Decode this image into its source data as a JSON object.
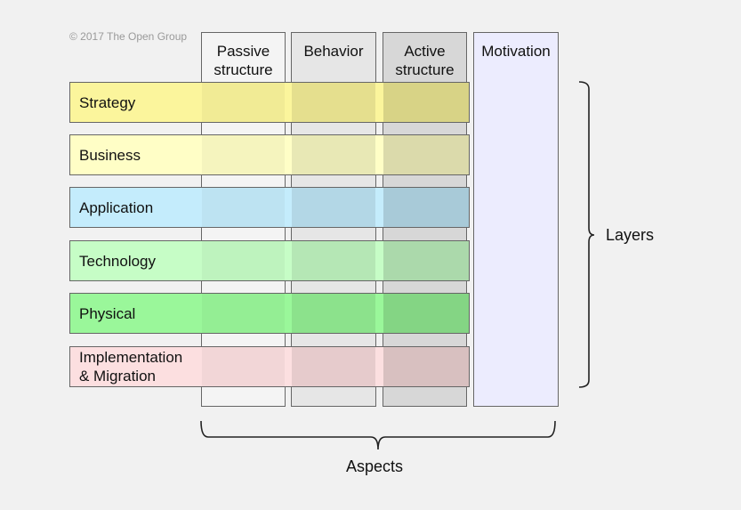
{
  "copyright": "© 2017 The Open Group",
  "aspects": [
    {
      "label": "Passive structure",
      "lines": [
        "Passive",
        "structure"
      ],
      "color": "#f4f4f4"
    },
    {
      "label": "Behavior",
      "lines": [
        "Behavior"
      ],
      "color": "#e6e6e6"
    },
    {
      "label": "Active structure",
      "lines": [
        "Active",
        "structure"
      ],
      "color": "#d7d7d7"
    },
    {
      "label": "Motivation",
      "lines": [
        "Motivation"
      ],
      "color": "#ececfe"
    }
  ],
  "layers": [
    {
      "label": "Strategy",
      "lines": [
        "Strategy"
      ],
      "color": "#fbf59c"
    },
    {
      "label": "Business",
      "lines": [
        "Business"
      ],
      "color": "#fffec6"
    },
    {
      "label": "Application",
      "lines": [
        "Application"
      ],
      "color": "#c4ecfc"
    },
    {
      "label": "Technology",
      "lines": [
        "Technology"
      ],
      "color": "#c6fdc6"
    },
    {
      "label": "Physical",
      "lines": [
        "Physical"
      ],
      "color": "#9af79a"
    },
    {
      "label": "Implementation & Migration",
      "lines": [
        "Implementation",
        "& Migration"
      ],
      "color": "#fcdfe0"
    }
  ],
  "braces": {
    "layers_label": "Layers",
    "aspects_label": "Aspects"
  }
}
